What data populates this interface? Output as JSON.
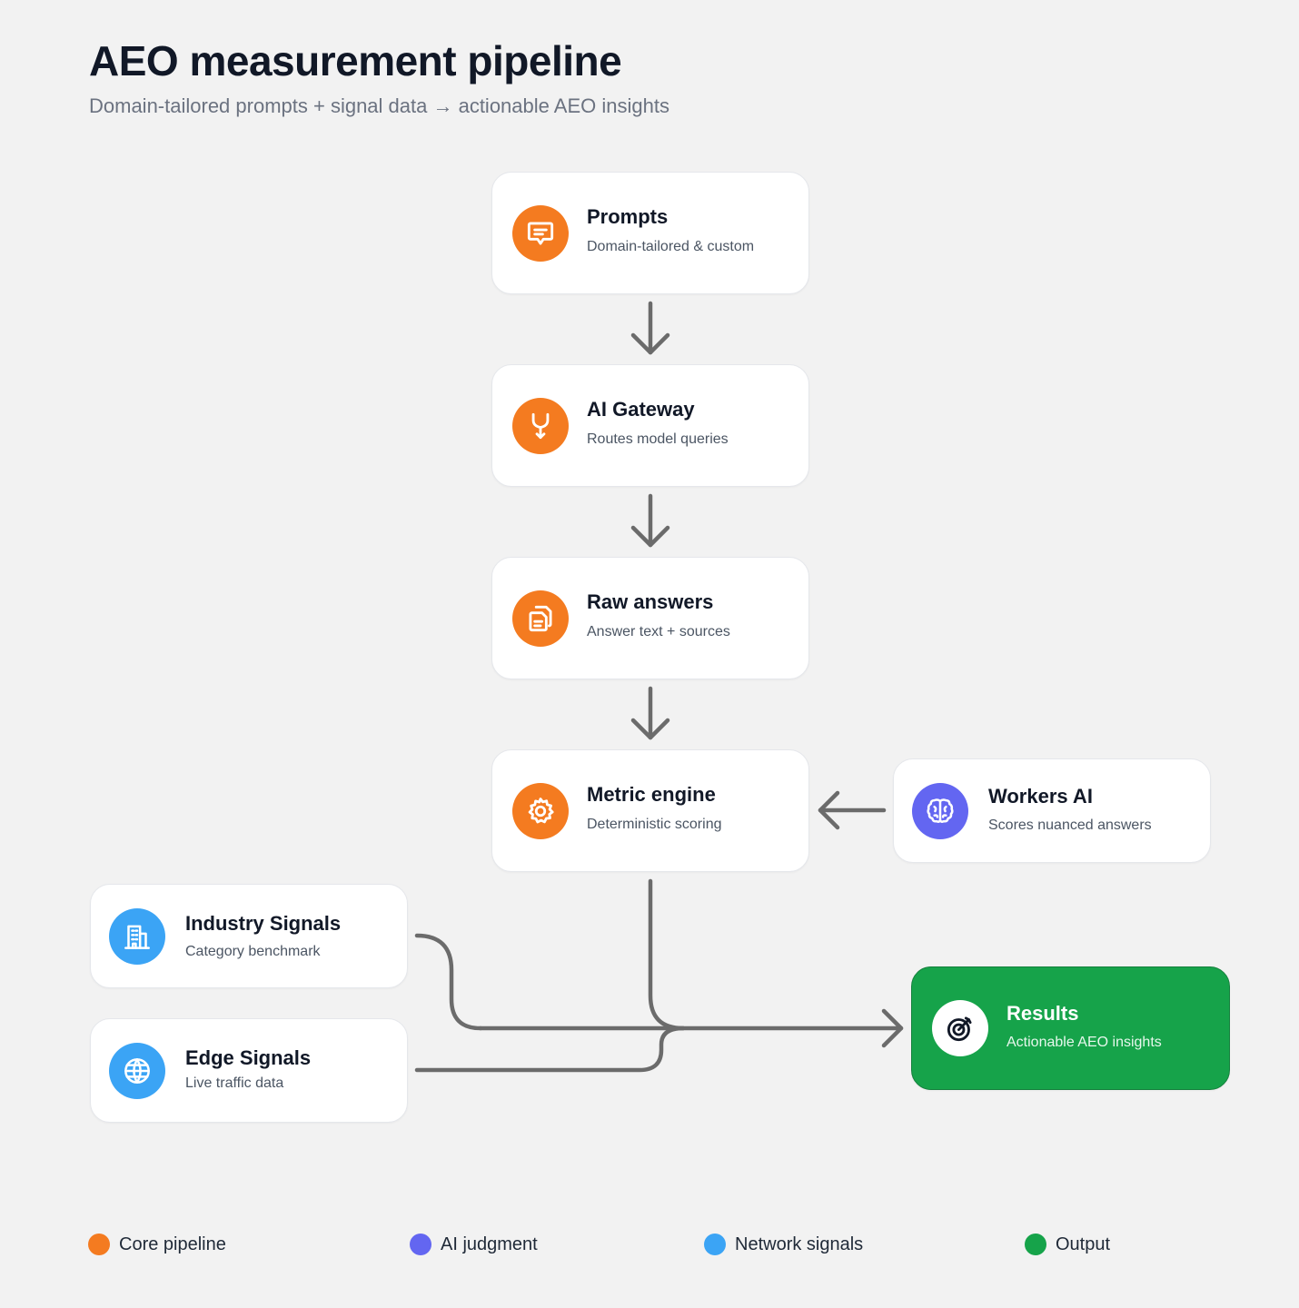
{
  "header": {
    "title": "AEO measurement pipeline",
    "subtitle": "Domain-tailored prompts + signal data → actionable AEO insights"
  },
  "colors": {
    "core_pipeline": "#f47b20",
    "ai_judgment": "#6366f1",
    "network_signals": "#3ba4f5",
    "output": "#16a34a",
    "connector": "#6b6b6b"
  },
  "nodes": {
    "prompts": {
      "title": "Prompts",
      "subtitle": "Domain-tailored & custom",
      "icon": "message-icon"
    },
    "ai_gateway": {
      "title": "AI Gateway",
      "subtitle": "Routes model queries",
      "icon": "fork-arrow-icon"
    },
    "raw_answers": {
      "title": "Raw answers",
      "subtitle": "Answer text + sources",
      "icon": "documents-icon"
    },
    "metric_engine": {
      "title": "Metric engine",
      "subtitle": "Deterministic scoring",
      "icon": "gear-icon"
    },
    "workers_ai": {
      "title": "Workers AI",
      "subtitle": "Scores nuanced answers",
      "icon": "brain-icon"
    },
    "industry_signals": {
      "title": "Industry Signals",
      "subtitle": "Category benchmark",
      "icon": "building-icon"
    },
    "edge_signals": {
      "title": "Edge Signals",
      "subtitle": "Live traffic data",
      "icon": "globe-icon"
    },
    "results": {
      "title": "Results",
      "subtitle": "Actionable AEO insights",
      "icon": "target-icon"
    }
  },
  "legend": [
    {
      "label": "Core pipeline",
      "color": "#f47b20"
    },
    {
      "label": "AI judgment",
      "color": "#6366f1"
    },
    {
      "label": "Network signals",
      "color": "#3ba4f5"
    },
    {
      "label": "Output",
      "color": "#16a34a"
    }
  ]
}
